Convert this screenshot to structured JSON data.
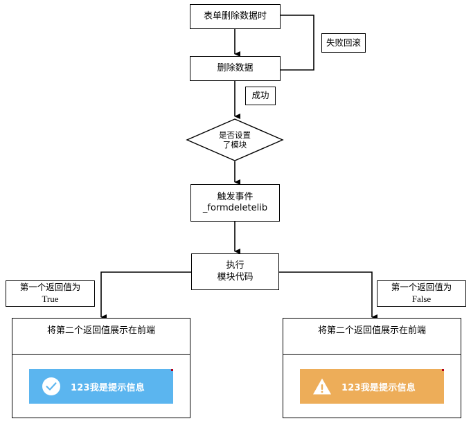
{
  "diagram": {
    "type": "flowchart",
    "title": "",
    "nodes": {
      "start": {
        "label": "表单删除数据时"
      },
      "delete_data": {
        "label": "删除数据"
      },
      "decision": {
        "label": "是否设置\n了模块"
      },
      "trigger_event": {
        "label": "触发事件\n_formdeletelib"
      },
      "run_module": {
        "label": "执行\n模块代码"
      }
    },
    "edge_labels": {
      "rollback": "失败回滚",
      "success": "成功",
      "branch_true_line1": "第一个返回值为",
      "branch_true_line2": "True",
      "branch_false_line1": "第一个返回值为",
      "branch_false_line2": "False"
    },
    "panels": {
      "left": {
        "title": "将第二个返回值展示在前端",
        "toast": {
          "icon": "check-circle-icon",
          "text": "123我是提示信息",
          "color": "#5bb5ef"
        }
      },
      "right": {
        "title": "将第二个返回值展示在前端",
        "toast": {
          "icon": "warning-triangle-icon",
          "text": "123我是提示信息",
          "color": "#edad59"
        }
      }
    },
    "colors": {
      "stroke": "#000000",
      "background": "#ffffff",
      "success_toast": "#5bb5ef",
      "warning_toast": "#edad59",
      "toast_text": "#ffffff"
    }
  }
}
